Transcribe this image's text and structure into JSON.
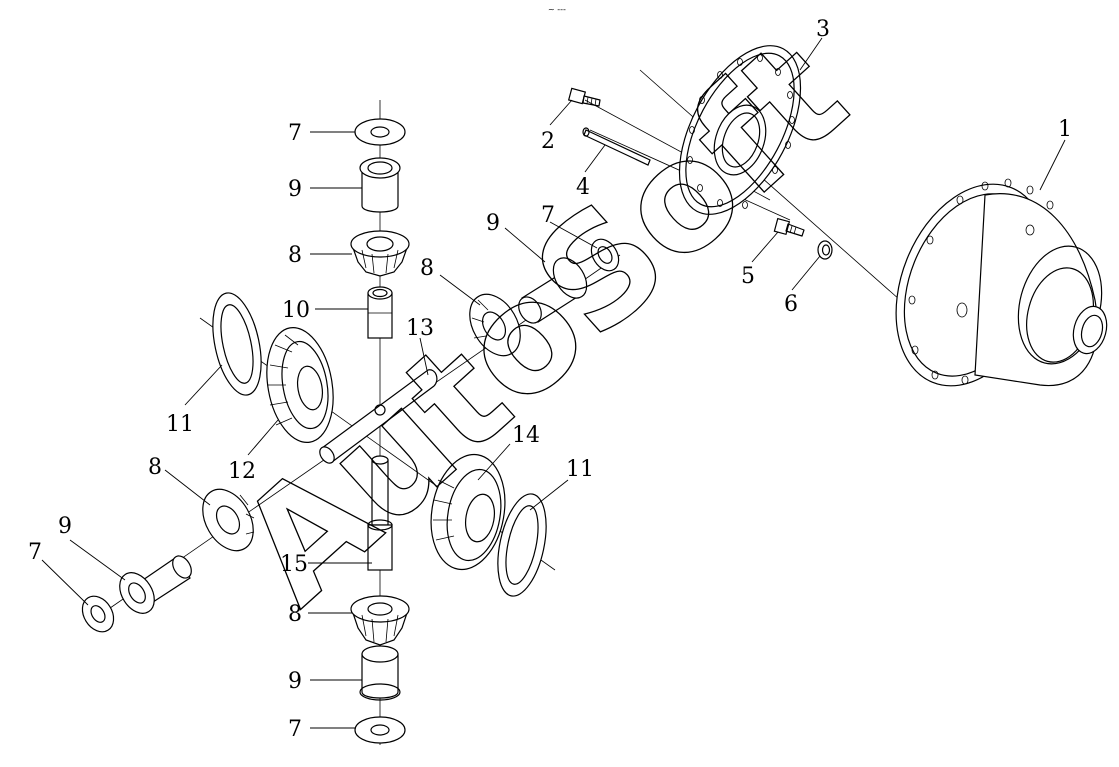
{
  "diagram": {
    "type": "exploded-parts-view",
    "top_mark": "~ ---",
    "watermark": "AutoSoft",
    "callouts": [
      "1",
      "2",
      "3",
      "4",
      "5",
      "6",
      "7",
      "8",
      "9",
      "10",
      "11",
      "12",
      "13",
      "14",
      "15"
    ],
    "labels": [
      {
        "id": "l1",
        "text": "1"
      },
      {
        "id": "l2",
        "text": "2"
      },
      {
        "id": "l3",
        "text": "3"
      },
      {
        "id": "l4",
        "text": "4"
      },
      {
        "id": "l5",
        "text": "5"
      },
      {
        "id": "l6",
        "text": "6"
      },
      {
        "id": "l7a",
        "text": "7"
      },
      {
        "id": "l9a",
        "text": "9"
      },
      {
        "id": "l8a",
        "text": "8"
      },
      {
        "id": "l10",
        "text": "10"
      },
      {
        "id": "l9b",
        "text": "9"
      },
      {
        "id": "l7b",
        "text": "7"
      },
      {
        "id": "l8b",
        "text": "8"
      },
      {
        "id": "l13",
        "text": "13"
      },
      {
        "id": "l11a",
        "text": "11"
      },
      {
        "id": "l12",
        "text": "12"
      },
      {
        "id": "l14",
        "text": "14"
      },
      {
        "id": "l11b",
        "text": "11"
      },
      {
        "id": "l8c",
        "text": "8"
      },
      {
        "id": "l9c",
        "text": "9"
      },
      {
        "id": "l7c",
        "text": "7"
      },
      {
        "id": "l15",
        "text": "15"
      },
      {
        "id": "l8d",
        "text": "8"
      },
      {
        "id": "l9d",
        "text": "9"
      },
      {
        "id": "l7d",
        "text": "7"
      }
    ]
  }
}
